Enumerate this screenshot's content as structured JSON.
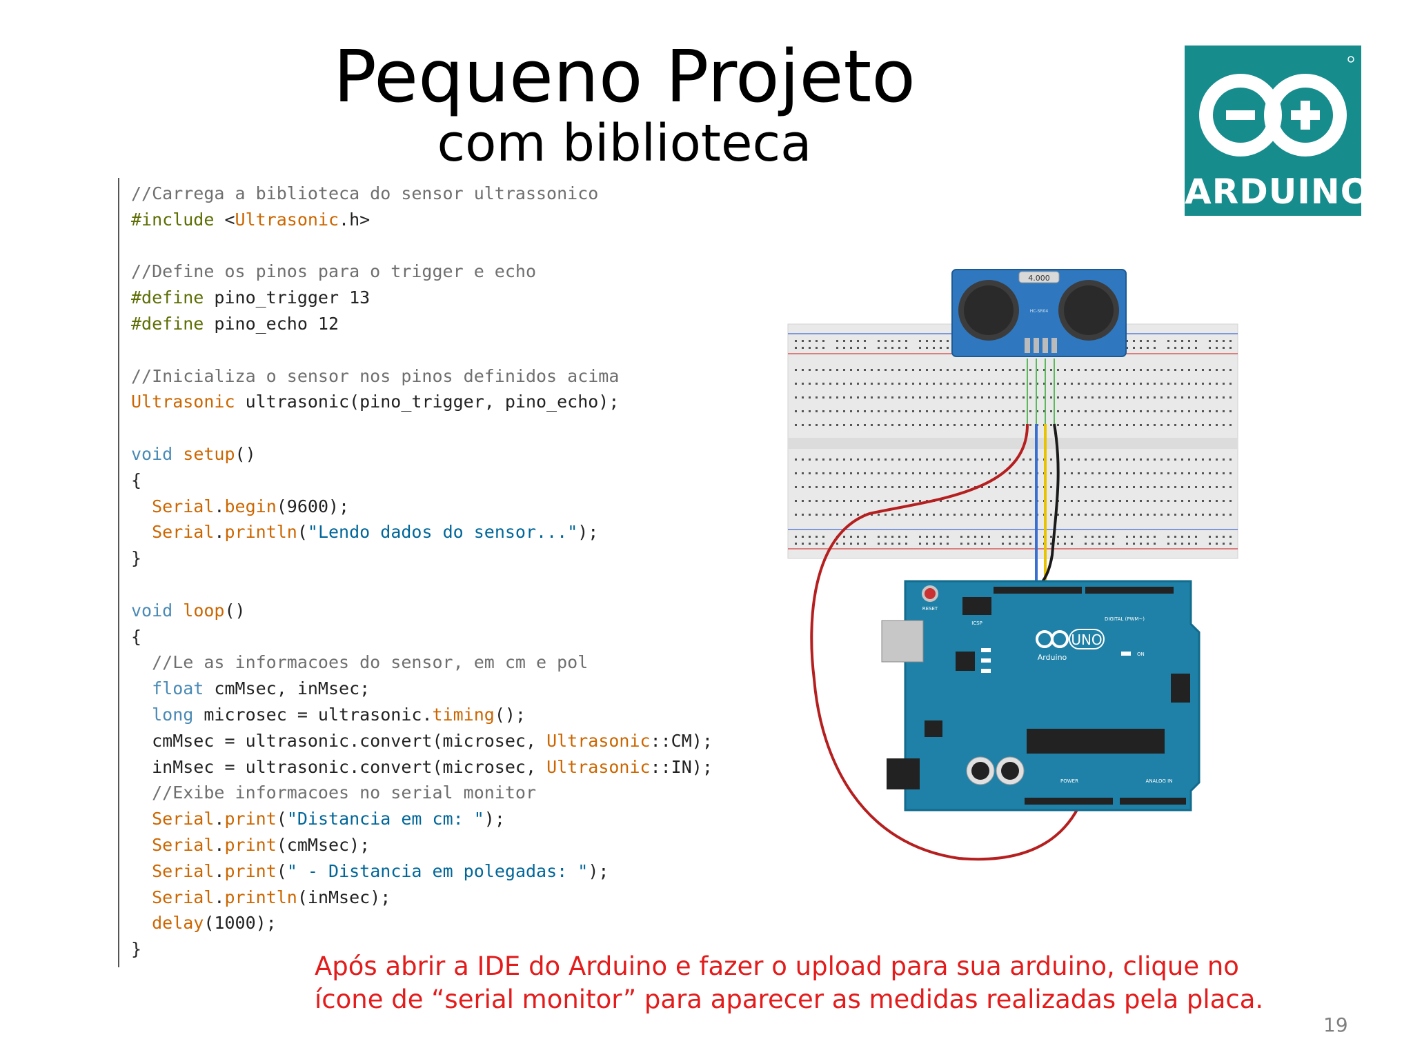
{
  "slide": {
    "title": "Pequeno Projeto",
    "subtitle": "com biblioteca",
    "page_number": "19",
    "note_line1": "Após abrir a IDE do Arduino e fazer o upload para sua arduino, clique no",
    "note_line2": "ícone de “serial monitor” para aparecer as medidas realizadas pela placa."
  },
  "logo": {
    "text": "ARDUINO",
    "color": "#168c8d"
  },
  "code_lines": [
    [
      {
        "t": "//Carrega a biblioteca do sensor ultrassonico",
        "c": "cm"
      }
    ],
    [
      {
        "t": "#include ",
        "c": "pp"
      },
      {
        "t": "<",
        "c": "tx"
      },
      {
        "t": "Ultrasonic",
        "c": "kw"
      },
      {
        "t": ".h>",
        "c": "tx"
      }
    ],
    [],
    [
      {
        "t": "//Define os pinos para o trigger e echo",
        "c": "cm"
      }
    ],
    [
      {
        "t": "#define ",
        "c": "pp"
      },
      {
        "t": "pino_trigger 13",
        "c": "tx"
      }
    ],
    [
      {
        "t": "#define ",
        "c": "pp"
      },
      {
        "t": "pino_echo 12",
        "c": "tx"
      }
    ],
    [],
    [
      {
        "t": "//Inicializa o sensor nos pinos definidos acima",
        "c": "cm"
      }
    ],
    [
      {
        "t": "Ultrasonic",
        "c": "kw"
      },
      {
        "t": " ultrasonic(pino_trigger, pino_echo);",
        "c": "tx"
      }
    ],
    [],
    [
      {
        "t": "void",
        "c": "ty"
      },
      {
        "t": " setup",
        "c": "kw"
      },
      {
        "t": "()",
        "c": "tx"
      }
    ],
    [
      {
        "t": "{",
        "c": "tx"
      }
    ],
    [
      {
        "t": "  Serial",
        "c": "kw"
      },
      {
        "t": ".",
        "c": "tx"
      },
      {
        "t": "begin",
        "c": "kw"
      },
      {
        "t": "(9600);",
        "c": "tx"
      }
    ],
    [
      {
        "t": "  Serial",
        "c": "kw"
      },
      {
        "t": ".",
        "c": "tx"
      },
      {
        "t": "println",
        "c": "kw"
      },
      {
        "t": "(",
        "c": "tx"
      },
      {
        "t": "\"Lendo dados do sensor...\"",
        "c": "st"
      },
      {
        "t": ");",
        "c": "tx"
      }
    ],
    [
      {
        "t": "}",
        "c": "tx"
      }
    ],
    [],
    [
      {
        "t": "void",
        "c": "ty"
      },
      {
        "t": " loop",
        "c": "kw"
      },
      {
        "t": "()",
        "c": "tx"
      }
    ],
    [
      {
        "t": "{",
        "c": "tx"
      }
    ],
    [
      {
        "t": "  //Le as informacoes do sensor, em cm e pol",
        "c": "cm"
      }
    ],
    [
      {
        "t": "  float",
        "c": "ty"
      },
      {
        "t": " cmMsec, inMsec;",
        "c": "tx"
      }
    ],
    [
      {
        "t": "  long",
        "c": "ty"
      },
      {
        "t": " microsec = ultrasonic.",
        "c": "tx"
      },
      {
        "t": "timing",
        "c": "kw"
      },
      {
        "t": "();",
        "c": "tx"
      }
    ],
    [
      {
        "t": "  cmMsec = ultrasonic.convert(microsec, ",
        "c": "tx"
      },
      {
        "t": "Ultrasonic",
        "c": "kw"
      },
      {
        "t": "::CM);",
        "c": "tx"
      }
    ],
    [
      {
        "t": "  inMsec = ultrasonic.convert(microsec, ",
        "c": "tx"
      },
      {
        "t": "Ultrasonic",
        "c": "kw"
      },
      {
        "t": "::IN);",
        "c": "tx"
      }
    ],
    [
      {
        "t": "  //Exibe informacoes no serial monitor",
        "c": "cm"
      }
    ],
    [
      {
        "t": "  Serial",
        "c": "kw"
      },
      {
        "t": ".",
        "c": "tx"
      },
      {
        "t": "print",
        "c": "kw"
      },
      {
        "t": "(",
        "c": "tx"
      },
      {
        "t": "\"Distancia em cm: \"",
        "c": "st"
      },
      {
        "t": ");",
        "c": "tx"
      }
    ],
    [
      {
        "t": "  Serial",
        "c": "kw"
      },
      {
        "t": ".",
        "c": "tx"
      },
      {
        "t": "print",
        "c": "kw"
      },
      {
        "t": "(cmMsec);",
        "c": "tx"
      }
    ],
    [
      {
        "t": "  Serial",
        "c": "kw"
      },
      {
        "t": ".",
        "c": "tx"
      },
      {
        "t": "print",
        "c": "kw"
      },
      {
        "t": "(",
        "c": "tx"
      },
      {
        "t": "\" - Distancia em polegadas: \"",
        "c": "st"
      },
      {
        "t": ");",
        "c": "tx"
      }
    ],
    [
      {
        "t": "  Serial",
        "c": "kw"
      },
      {
        "t": ".",
        "c": "tx"
      },
      {
        "t": "println",
        "c": "kw"
      },
      {
        "t": "(inMsec);",
        "c": "tx"
      }
    ],
    [
      {
        "t": "  delay",
        "c": "kw"
      },
      {
        "t": "(1000);",
        "c": "tx"
      }
    ],
    [
      {
        "t": "}",
        "c": "tx"
      }
    ]
  ],
  "circuit": {
    "sensor_label": "4.000",
    "sensor_model": "HC-SR04",
    "board_logo": "UNO",
    "board_brand": "Arduino",
    "board_reset": "RESET",
    "board_icsp": "ICSP",
    "board_digital": "DIGITAL (PWM~)",
    "board_power": "POWER",
    "board_analog": "ANALOG IN",
    "board_on": "ON",
    "wire_colors": {
      "vcc": "#b51f1f",
      "trig": "#3a6fd0",
      "echo": "#e8c400",
      "gnd": "#1a1a1a"
    }
  }
}
